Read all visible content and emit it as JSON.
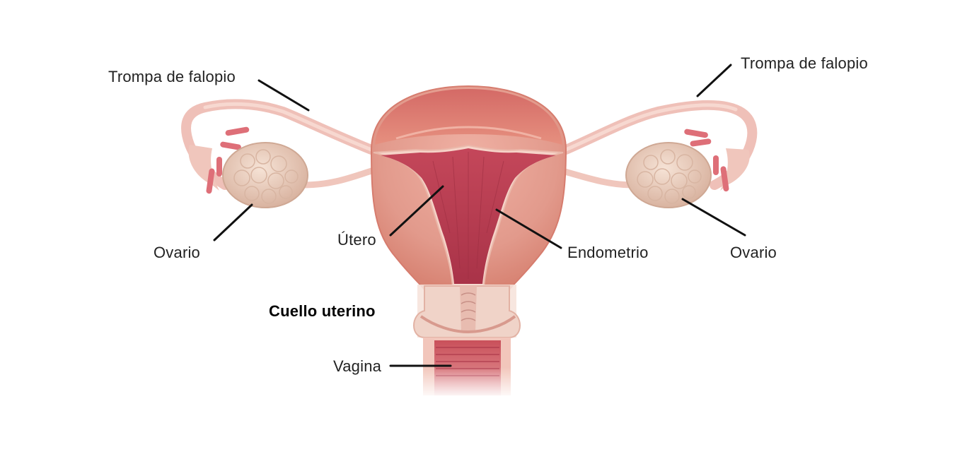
{
  "labels": {
    "fallopian_tube_left": "Trompa de falopio",
    "fallopian_tube_right": "Trompa de falopio",
    "ovary_left": "Ovario",
    "ovary_right": "Ovario",
    "uterus": "Útero",
    "endometrium": "Endometrio",
    "cervix": "Cuello uterino",
    "vagina": "Vagina"
  },
  "colors": {
    "tissue_light": "#f2c9bd",
    "tissue_mid": "#e29a8c",
    "tissue_dark": "#c9505a",
    "cavity": "#b8404f",
    "ovary": "#ecd2c0",
    "fimbria": "#de6f78",
    "cervix_band": "#f6e3dc",
    "leader_line": "#111111"
  }
}
